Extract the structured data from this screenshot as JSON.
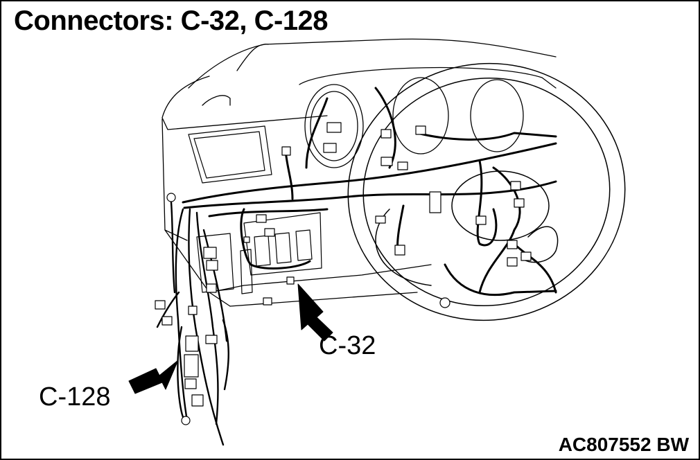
{
  "title": "Connectors: C-32, C-128",
  "callouts": {
    "c32": "C-32",
    "c128": "C-128"
  },
  "reference_code": "AC807552 BW",
  "colors": {
    "ink": "#000000",
    "background": "#ffffff"
  }
}
